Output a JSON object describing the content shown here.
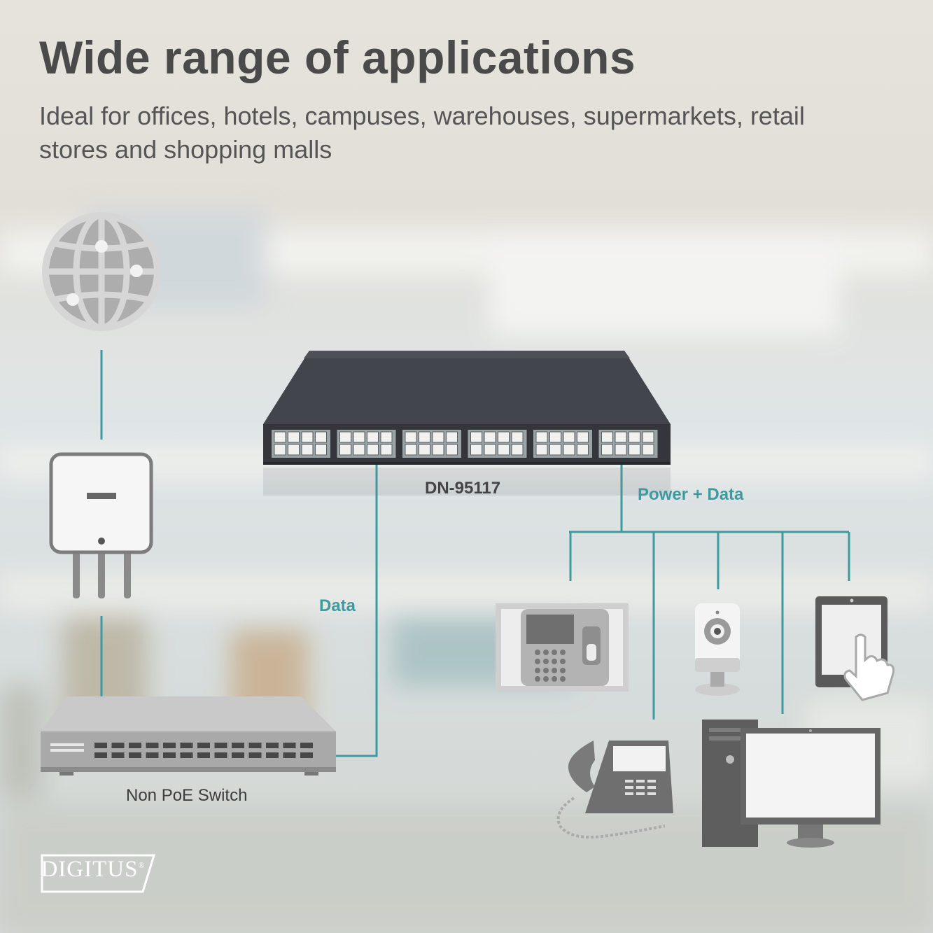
{
  "header": {
    "title": "Wide range of applications",
    "subtitle": "Ideal for offices, hotels, campuses, warehouses, supermarkets, retail stores and shopping malls"
  },
  "labels": {
    "main_switch": "DN-95117",
    "power_data": "Power + Data",
    "data": "Data",
    "non_poe_switch": "Non PoE Switch"
  },
  "brand": {
    "logo": "DIGITUS",
    "registered": "®"
  },
  "colors": {
    "connector": "#3f9aa0",
    "device_gray": "#8a8a8a",
    "switch_body": "#3b3d42"
  },
  "icons": [
    "globe-icon",
    "router-icon",
    "switch-icon",
    "access-terminal-icon",
    "ip-camera-icon",
    "tablet-icon",
    "ip-phone-icon",
    "desktop-pc-icon"
  ]
}
